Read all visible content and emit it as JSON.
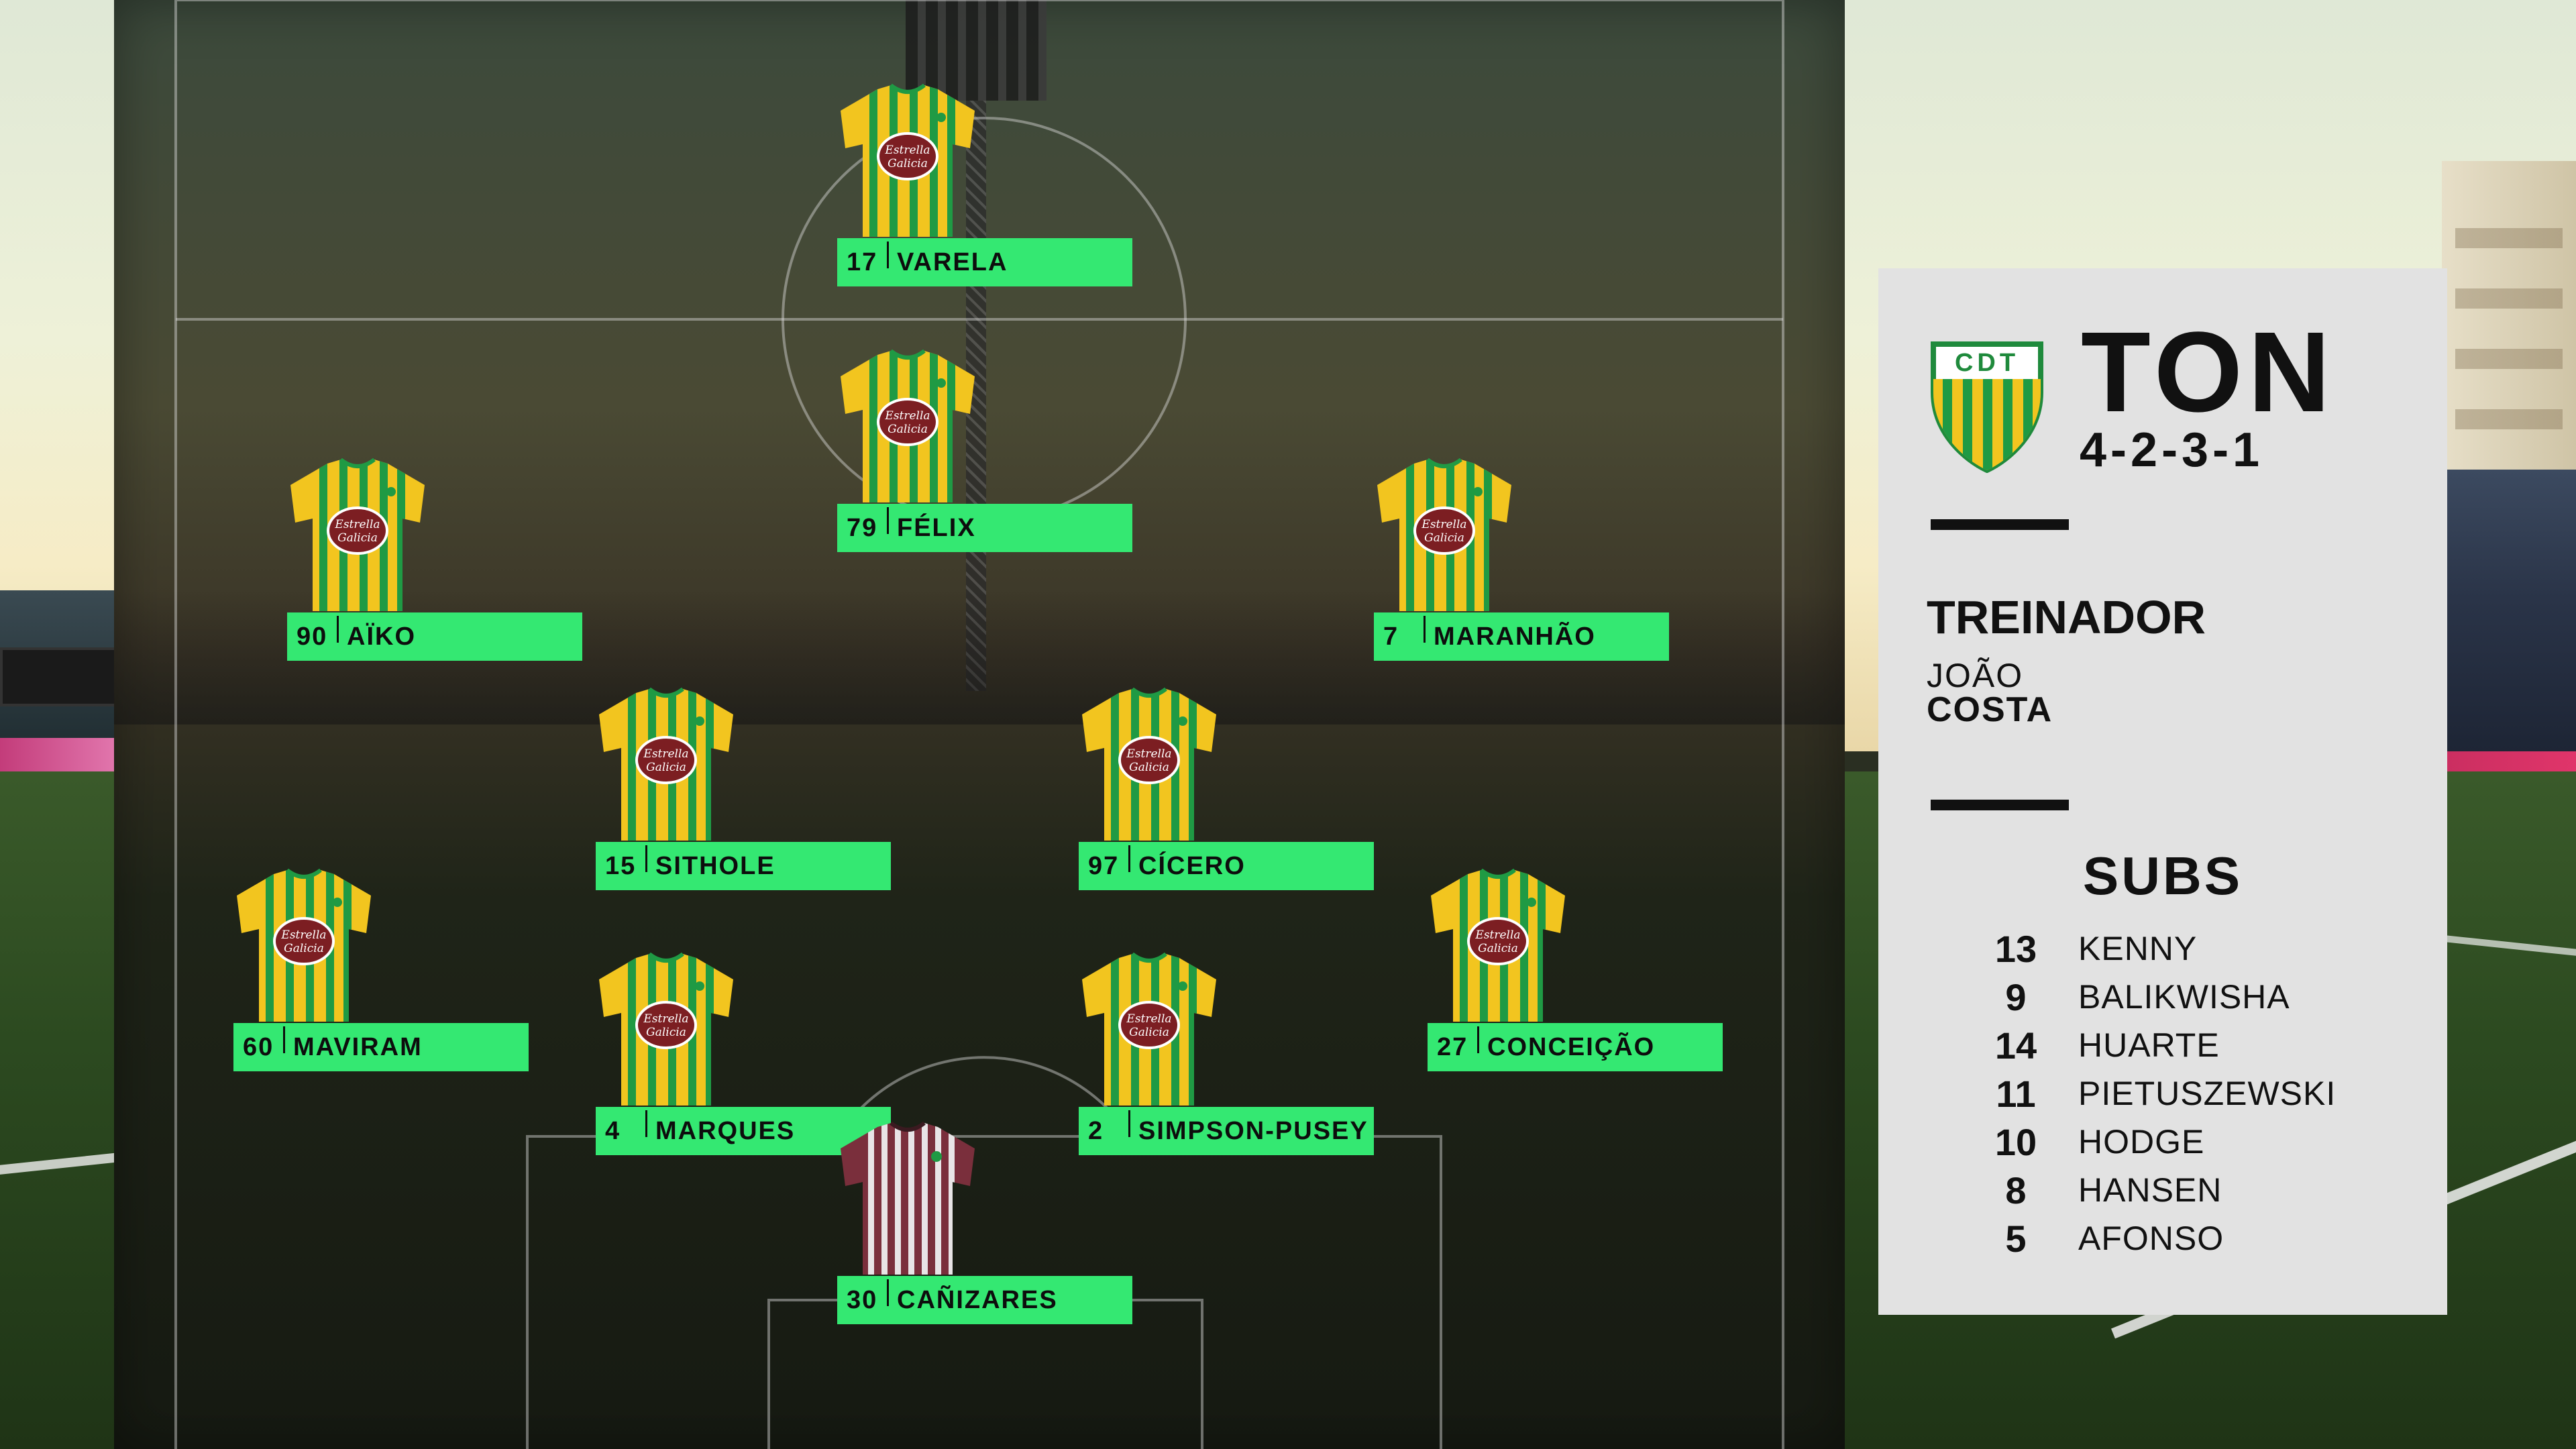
{
  "team": {
    "crest_text": "CDT",
    "abbr": "TON",
    "formation": "4-2-3-1",
    "colors": {
      "yellow": "#f2c51f",
      "green": "#1f9a44",
      "tag": "#34e872",
      "gk": "#7a2f3c"
    }
  },
  "coach": {
    "label": "TREINADOR",
    "first_name": "JOÃO",
    "last_name": "COSTA"
  },
  "subs": {
    "label": "SUBS",
    "players": [
      {
        "number": "13",
        "name": "KENNY"
      },
      {
        "number": "9",
        "name": "BALIKWISHA"
      },
      {
        "number": "14",
        "name": "HUARTE"
      },
      {
        "number": "11",
        "name": "PIETUSZEWSKI"
      },
      {
        "number": "10",
        "name": "HODGE"
      },
      {
        "number": "8",
        "name": "HANSEN"
      },
      {
        "number": "5",
        "name": "AFONSO"
      }
    ]
  },
  "lineup": [
    {
      "number": "17",
      "name": "VARELA",
      "kit": "outfield"
    },
    {
      "number": "79",
      "name": "FÉLIX",
      "kit": "outfield"
    },
    {
      "number": "90",
      "name": "AÏKO",
      "kit": "outfield"
    },
    {
      "number": "7",
      "name": "MARANHÃO",
      "kit": "outfield"
    },
    {
      "number": "15",
      "name": "SITHOLE",
      "kit": "outfield"
    },
    {
      "number": "97",
      "name": "CÍCERO",
      "kit": "outfield"
    },
    {
      "number": "60",
      "name": "MAVIRAM",
      "kit": "outfield"
    },
    {
      "number": "4",
      "name": "MARQUES",
      "kit": "outfield"
    },
    {
      "number": "2",
      "name": "SIMPSON-PUSEY",
      "kit": "outfield"
    },
    {
      "number": "27",
      "name": "CONCEIÇÃO",
      "kit": "outfield"
    },
    {
      "number": "30",
      "name": "CAÑIZARES",
      "kit": "goalkeeper"
    }
  ],
  "sponsor": {
    "line1": "Estrella",
    "line2": "Galicia"
  }
}
